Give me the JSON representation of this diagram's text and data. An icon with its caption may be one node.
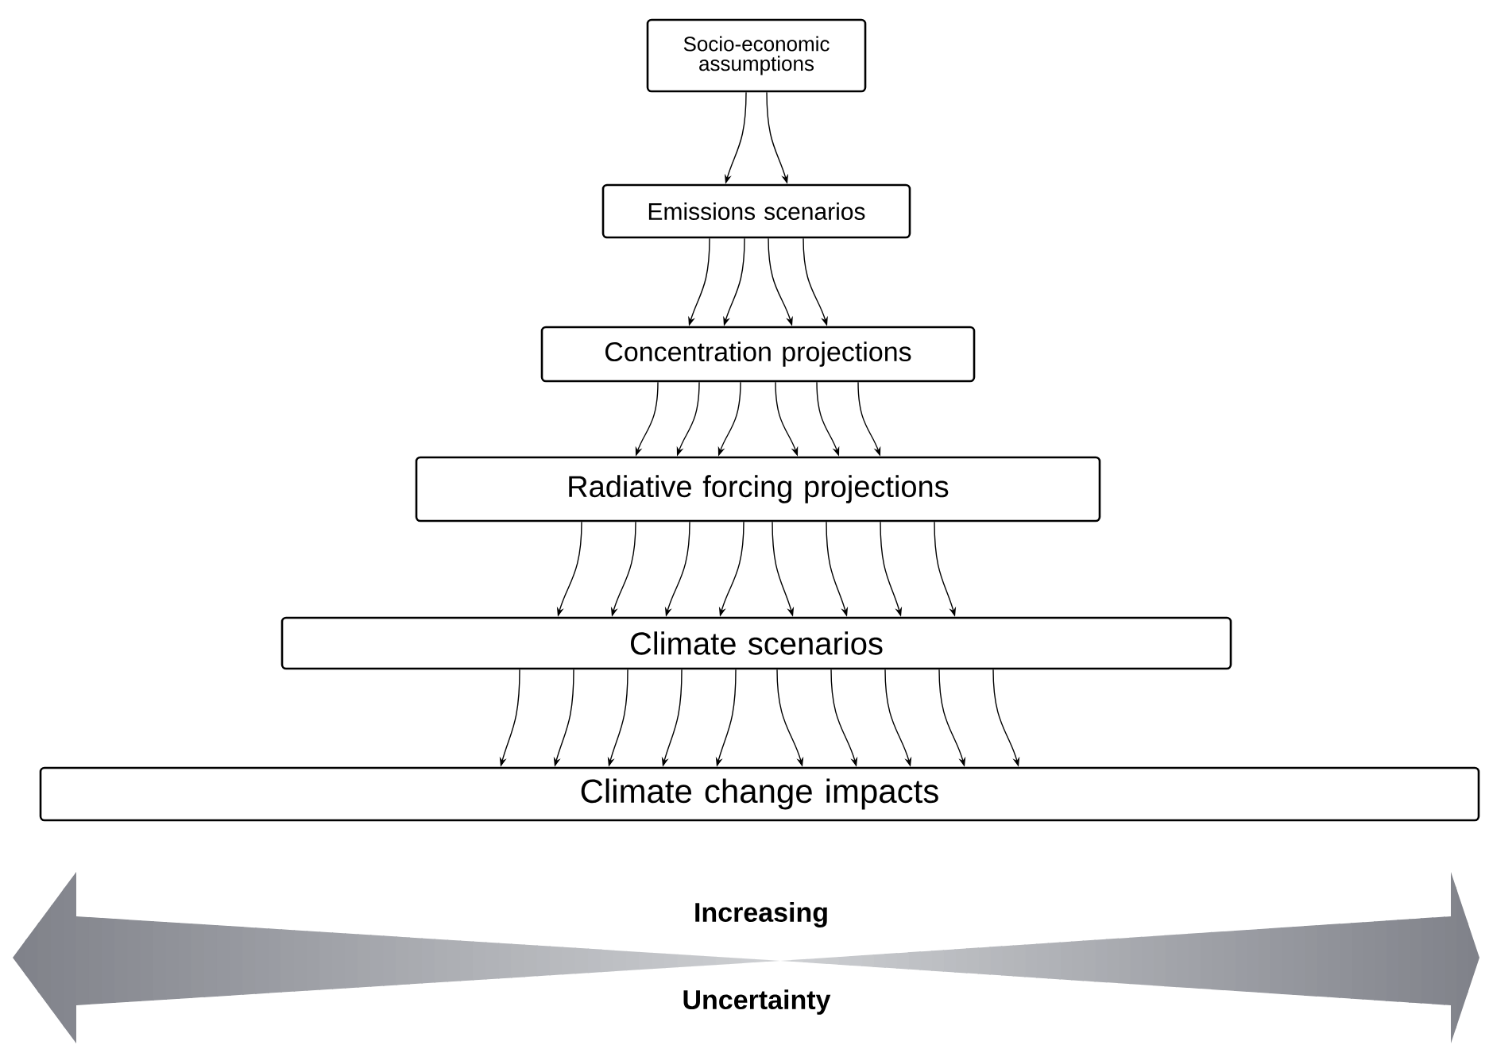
{
  "diagram": {
    "nodes": [
      {
        "text": [
          "Socio-economic assumptions"
        ]
      },
      {
        "text": [
          "Emissions scenarios"
        ]
      },
      {
        "text": [
          "Concentration projections"
        ]
      },
      {
        "text": [
          "Radiative forcing projections"
        ]
      },
      {
        "text": [
          "Climate scenarios"
        ]
      },
      {
        "text": [
          "Climate change impacts"
        ]
      }
    ],
    "edges": [
      {
        "from": 0,
        "to": 1,
        "arrow": "to"
      },
      {
        "from": 0,
        "to": 1,
        "arrow": "to"
      },
      {
        "from": 1,
        "to": 2,
        "arrow": "to"
      },
      {
        "from": 1,
        "to": 2,
        "arrow": "to"
      },
      {
        "from": 1,
        "to": 2,
        "arrow": "to"
      },
      {
        "from": 1,
        "to": 2,
        "arrow": "to"
      },
      {
        "from": 2,
        "to": 3,
        "arrow": "to"
      },
      {
        "from": 2,
        "to": 3,
        "arrow": "to"
      },
      {
        "from": 2,
        "to": 3,
        "arrow": "to"
      },
      {
        "from": 2,
        "to": 3,
        "arrow": "to"
      },
      {
        "from": 2,
        "to": 3,
        "arrow": "to"
      },
      {
        "from": 2,
        "to": 3,
        "arrow": "to"
      },
      {
        "from": 3,
        "to": 4,
        "arrow": "to"
      },
      {
        "from": 3,
        "to": 4,
        "arrow": "to"
      },
      {
        "from": 3,
        "to": 4,
        "arrow": "to"
      },
      {
        "from": 3,
        "to": 4,
        "arrow": "to"
      },
      {
        "from": 3,
        "to": 4,
        "arrow": "to"
      },
      {
        "from": 3,
        "to": 4,
        "arrow": "to"
      },
      {
        "from": 3,
        "to": 4,
        "arrow": "to"
      },
      {
        "from": 3,
        "to": 4,
        "arrow": "to"
      },
      {
        "from": 4,
        "to": 5,
        "arrow": "to"
      },
      {
        "from": 4,
        "to": 5,
        "arrow": "to"
      },
      {
        "from": 4,
        "to": 5,
        "arrow": "to"
      },
      {
        "from": 4,
        "to": 5,
        "arrow": "to"
      },
      {
        "from": 4,
        "to": 5,
        "arrow": "to"
      },
      {
        "from": 4,
        "to": 5,
        "arrow": "to"
      },
      {
        "from": 4,
        "to": 5,
        "arrow": "to"
      },
      {
        "from": 4,
        "to": 5,
        "arrow": "to"
      },
      {
        "from": 4,
        "to": 5,
        "arrow": "to"
      },
      {
        "from": 4,
        "to": 5,
        "arrow": "to"
      }
    ],
    "labels": [
      "Increasing",
      "Uncertainty"
    ]
  }
}
